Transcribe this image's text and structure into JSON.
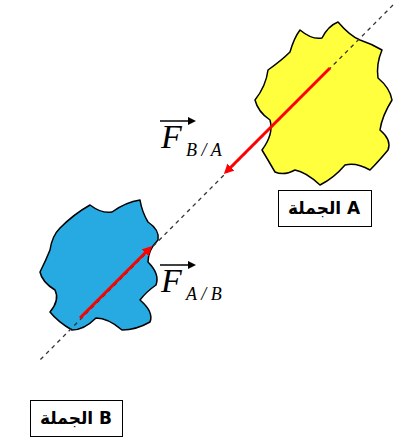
{
  "diagram": {
    "nodes": [
      {
        "text": [
          "الجملة A"
        ]
      },
      {
        "text": [
          "الجملة B"
        ]
      }
    ],
    "labels": [
      "F",
      "B / A",
      "F",
      "A / B"
    ]
  }
}
